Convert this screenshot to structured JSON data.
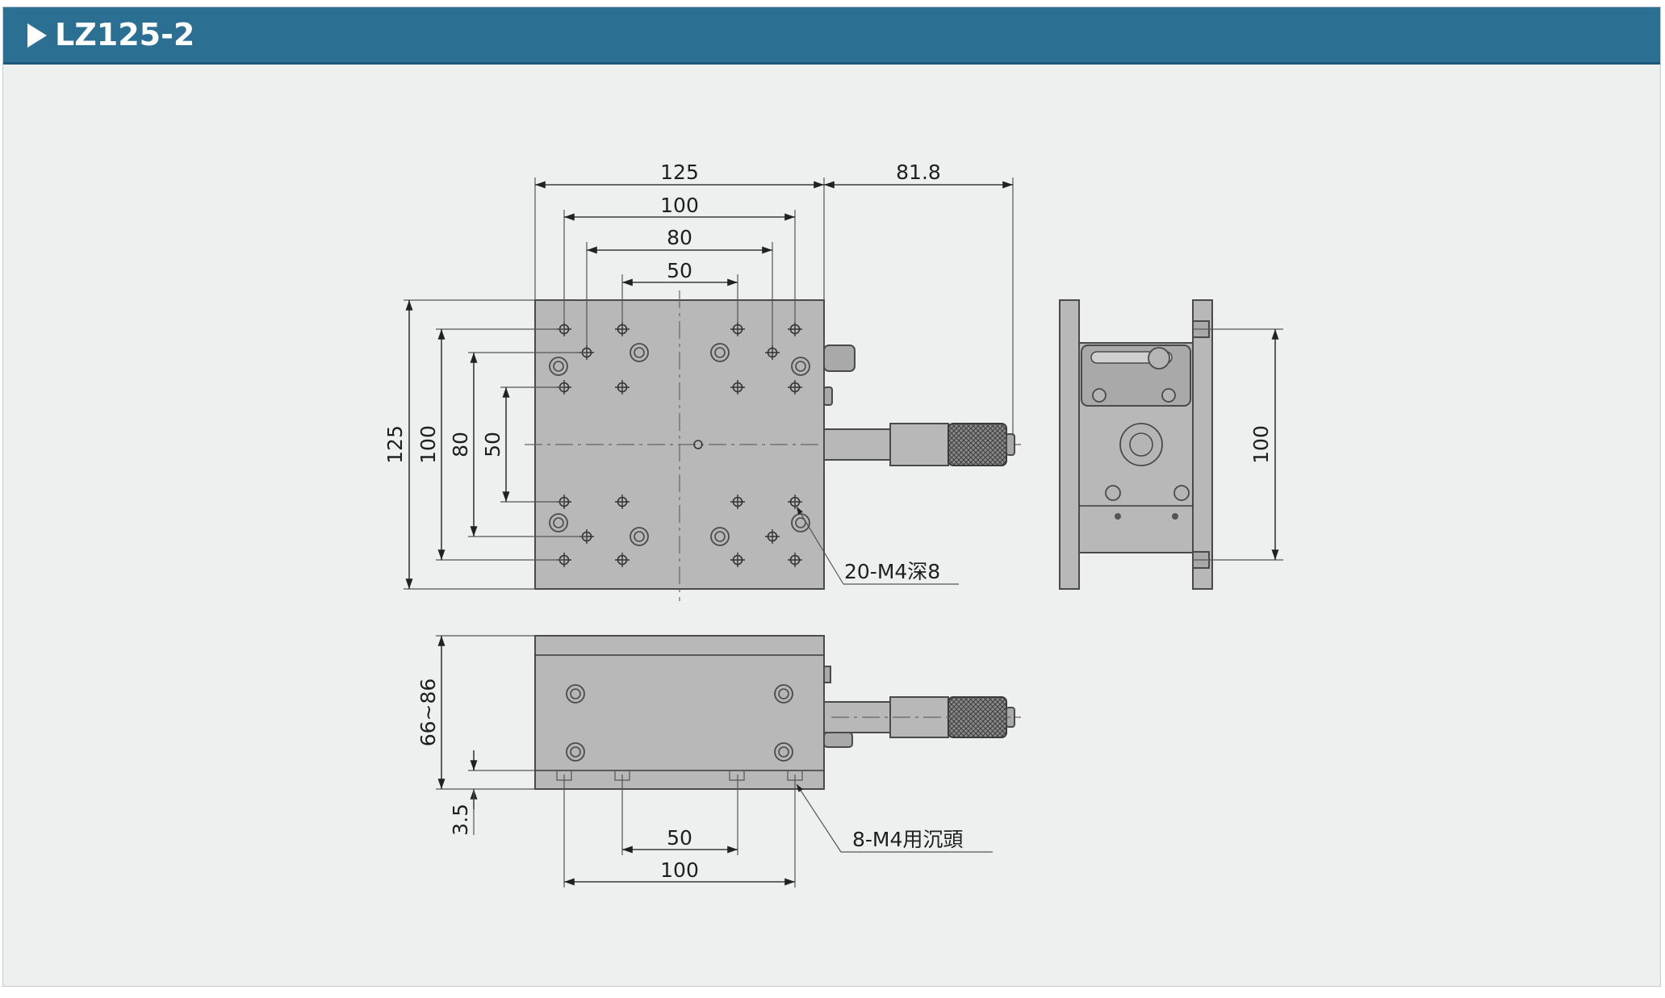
{
  "header": {
    "title": "LZ125-2"
  },
  "top_view": {
    "width": "125",
    "overall_width": "81.8",
    "hole_x_100": "100",
    "hole_x_80": "80",
    "hole_x_50": "50",
    "height": "125",
    "hole_y_100": "100",
    "hole_y_80": "80",
    "hole_y_50": "50",
    "tapped_holes": "20-M4深8"
  },
  "front_view": {
    "height_range": "66~86",
    "base_thickness": "3.5",
    "counterbore_50": "50",
    "counterbore_100": "100",
    "counterbores": "8-M4用沉頭"
  },
  "side_view": {
    "hole_pitch": "100"
  }
}
